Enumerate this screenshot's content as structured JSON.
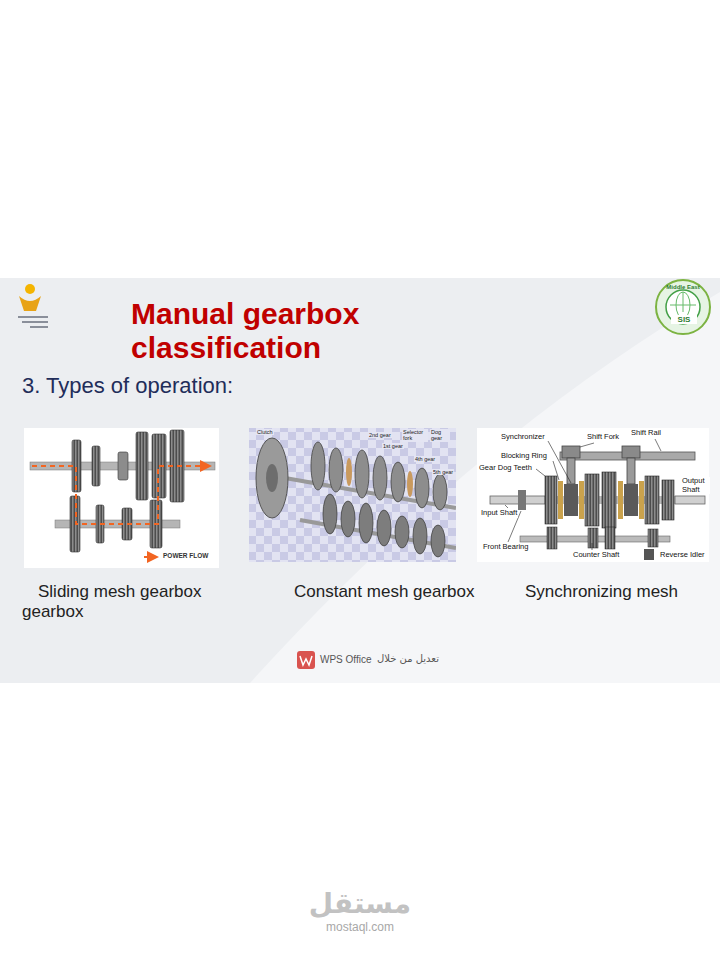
{
  "diagram": {
    "title": "Manual gearbox classification",
    "labels": [
      "Middle East",
      "SIS",
      "3. Types of operation:",
      "POWER FLOW",
      "Clutch",
      "2nd gear",
      "1st gear",
      "Selector fork",
      "Dog gear",
      "4th gear",
      "5th gear",
      "Synchronizer",
      "Shift Fork",
      "Shift Rail",
      "Blocking Ring",
      "Gear Dog Teeth",
      "Output Shaft",
      "Input Shaft",
      "Front Bearing",
      "Counter Shaft",
      "Reverse Idler",
      "Sliding mesh gearbox gearbox",
      "Constant mesh gearbox",
      "Synchronizing mesh",
      "WPS Office",
      "تعديل من خلال",
      "مستقل",
      "mostaql.com"
    ]
  }
}
